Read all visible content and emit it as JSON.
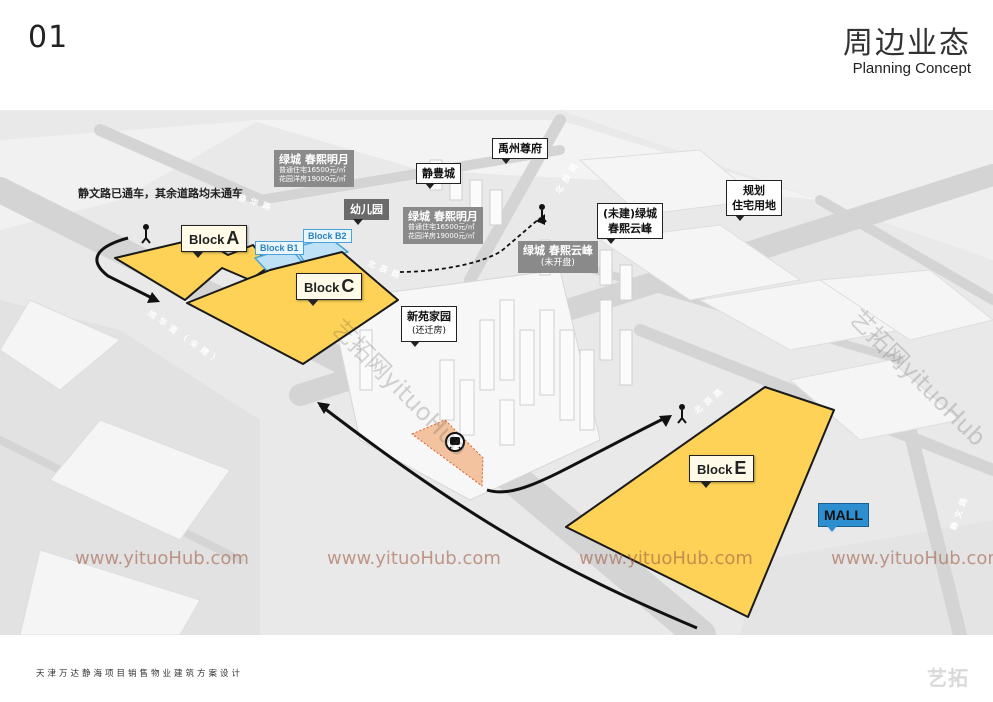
{
  "page": {
    "number": "01",
    "title_cn": "周边业态",
    "title_en": "Planning Concept"
  },
  "notice": "静文路已通车，其余道路均未通车",
  "blocks": {
    "a": {
      "prefix": "Block",
      "letter": "A"
    },
    "b1": "Block B1",
    "b2": "Block B2",
    "c": {
      "prefix": "Block",
      "letter": "C"
    },
    "e": {
      "prefix": "Block",
      "letter": "E"
    }
  },
  "labels": {
    "jingfeng": "静豊城",
    "yuzhou": "禹州尊府",
    "kindergarten": "幼儿园",
    "planned_residential": {
      "line1": "规划",
      "line2": "住宅用地"
    },
    "unbuilt_lvcheng": {
      "line1": "(未建)绿城",
      "line2": "春熙云峰"
    },
    "xinyuan": {
      "name": "新苑家园",
      "sub": "(还迁房)"
    },
    "lvcheng_mingyue_1": {
      "name": "绿城 春熙明月",
      "line1": "普通住宅16500元/㎡",
      "line2": "花园洋房19000元/㎡"
    },
    "lvcheng_mingyue_2": {
      "name": "绿城 春熙明月",
      "line1": "普通住宅16500元/㎡",
      "line2": "花园洋房19000元/㎡"
    },
    "lvcheng_yunfeng": {
      "name": "绿城 春熙云峰",
      "sub": "(未开盘)"
    },
    "mall": "MALL"
  },
  "roads": {
    "road_left": "旭 华 道 （ 未 建 ）",
    "road_north": "北 辰 路",
    "road_mid": "北 辰 路",
    "road_east": "北 辰 路",
    "road_right": "静 文 路",
    "road_top": "静 华 路"
  },
  "watermarks": {
    "text": "www.yituoHub.com",
    "diag_text": "艺拓网yituoHub"
  },
  "footer": "天津万达静海项目销售物业建筑方案设计",
  "logo": "艺拓",
  "colors": {
    "block_fill": "#fdd257",
    "mall": "#2d8fd0",
    "arrow": "#111111",
    "blue_tag": "#4aa3d8",
    "background": "#e9e9e9"
  },
  "icons": [
    "pedestrian-icon",
    "metro-icon"
  ]
}
